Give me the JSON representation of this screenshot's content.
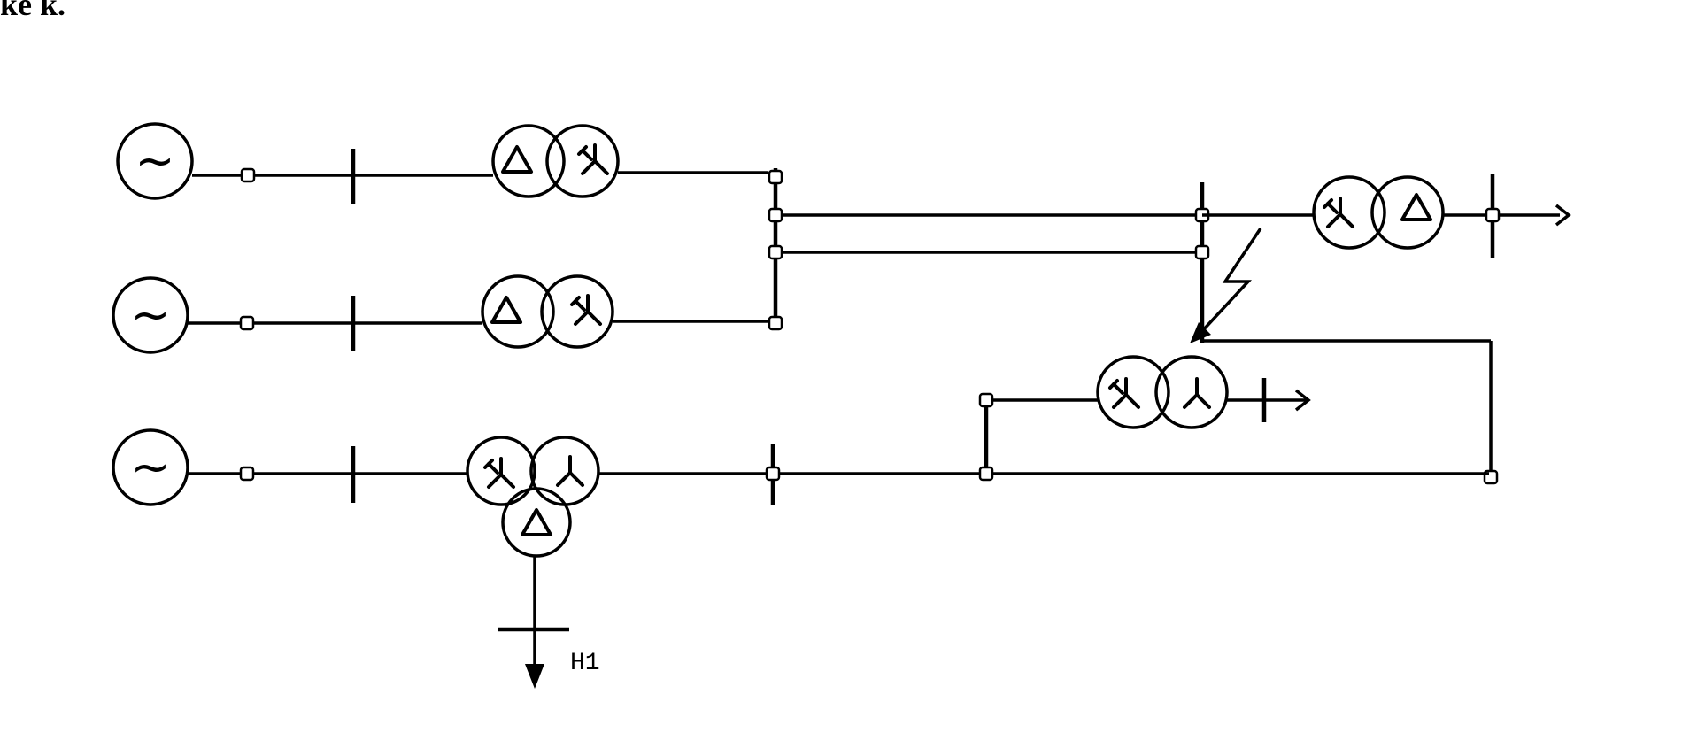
{
  "header": {
    "text": "ke k."
  },
  "diagram": {
    "generators": [
      {
        "id": "G1",
        "symbol": "~"
      },
      {
        "id": "G2",
        "symbol": "~"
      },
      {
        "id": "G3",
        "symbol": "~"
      }
    ],
    "transformers": [
      {
        "id": "T1",
        "windings": [
          "delta",
          "grounded-wye"
        ]
      },
      {
        "id": "T2",
        "windings": [
          "delta",
          "grounded-wye"
        ]
      },
      {
        "id": "T3",
        "windings": [
          "grounded-wye",
          "wye",
          "delta"
        ]
      },
      {
        "id": "T4",
        "windings": [
          "grounded-wye",
          "delta"
        ]
      },
      {
        "id": "T5",
        "windings": [
          "grounded-wye",
          "wye"
        ]
      }
    ],
    "fault": {
      "symbol": "lightning",
      "location": "right bus"
    },
    "loads": [
      {
        "id": "load-h1",
        "label": "H1"
      },
      {
        "id": "load-t4",
        "label": ""
      },
      {
        "id": "load-t5",
        "label": ""
      }
    ]
  }
}
